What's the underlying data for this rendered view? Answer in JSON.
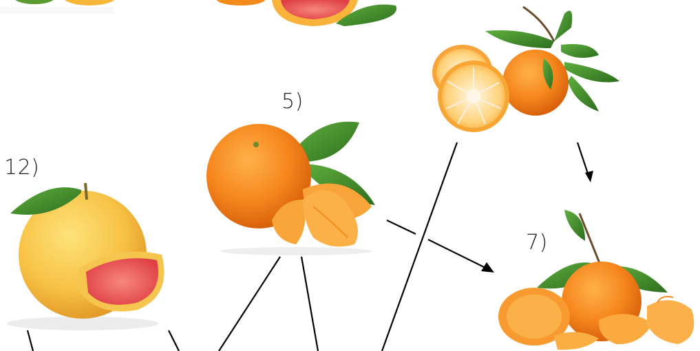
{
  "diagram": {
    "labels": {
      "grapefruit": "12)",
      "tangerine": "5)",
      "clementine": "7)"
    },
    "fruits": [
      {
        "name": "grapefruit",
        "label_key": "12)"
      },
      {
        "name": "tangerine",
        "label_key": "5)"
      },
      {
        "name": "bitter-orange"
      },
      {
        "name": "clementine",
        "label_key": "7)"
      },
      {
        "name": "blood-grapefruit-partial"
      },
      {
        "name": "citrus-partial"
      }
    ],
    "colors": {
      "line": "#000000",
      "background": "#ffffff",
      "orange": "#f28a1c",
      "grapefruit_yellow": "#f6c44a",
      "grapefruit_flesh": "#e9555a",
      "leaf": "#3f8a2c"
    }
  }
}
